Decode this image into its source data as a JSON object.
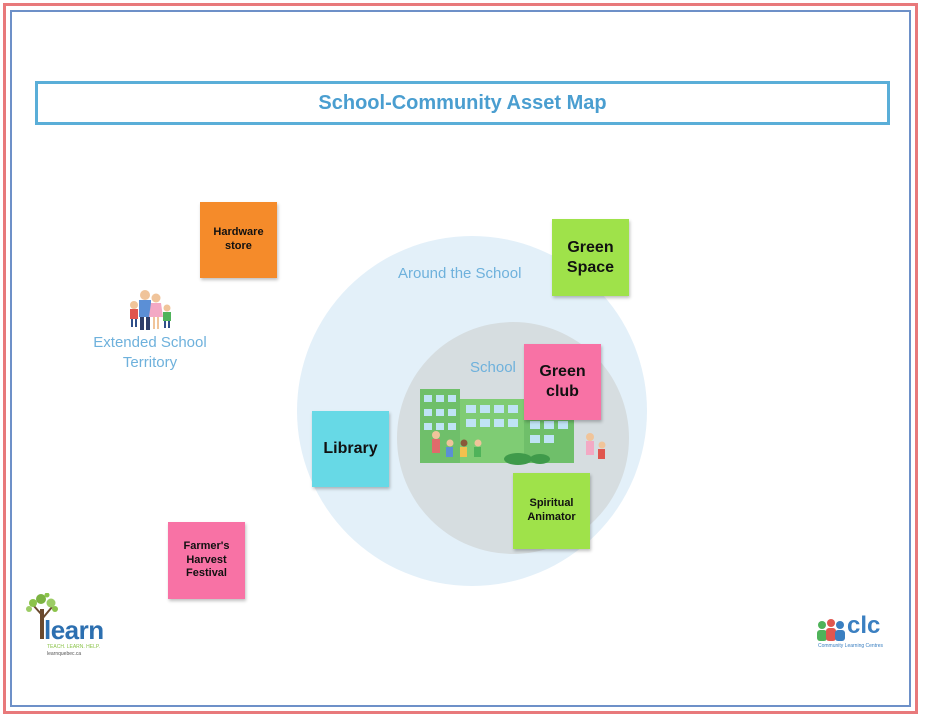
{
  "title": "School-Community Asset Map",
  "zones": {
    "around_school": "Around the School",
    "school": "School",
    "extended_line1": "Extended School",
    "extended_line2": "Territory"
  },
  "notes": [
    {
      "id": "hardware",
      "lines": [
        "Hardware",
        "store"
      ],
      "color": "#f58b2a"
    },
    {
      "id": "green-space",
      "lines": [
        "Green",
        "Space"
      ],
      "color": "#9fe24a"
    },
    {
      "id": "green-club",
      "lines": [
        "Green",
        "club"
      ],
      "color": "#f872a5"
    },
    {
      "id": "library",
      "lines": [
        "Library"
      ],
      "color": "#67d9e6"
    },
    {
      "id": "spiritual",
      "lines": [
        "Spiritual",
        "Animator"
      ],
      "color": "#9fe24a"
    },
    {
      "id": "farmers",
      "lines": [
        "Farmer's",
        "Harvest",
        "Festival"
      ],
      "color": "#f872a5"
    }
  ],
  "logos": {
    "learn_wordmark": "learn",
    "learn_tagline": "TEACH. LEARN. HELP.",
    "learn_url": "learnquebec.ca",
    "clc_wordmark": "clc",
    "clc_tagline": "Community Learning Centres"
  },
  "colors": {
    "title": "#4a9ed0",
    "frame_outer": "#e8797b",
    "frame_inner": "#6d90c8",
    "circle_outer": "#e3f0f9",
    "circle_inner": "#d6dde0"
  }
}
